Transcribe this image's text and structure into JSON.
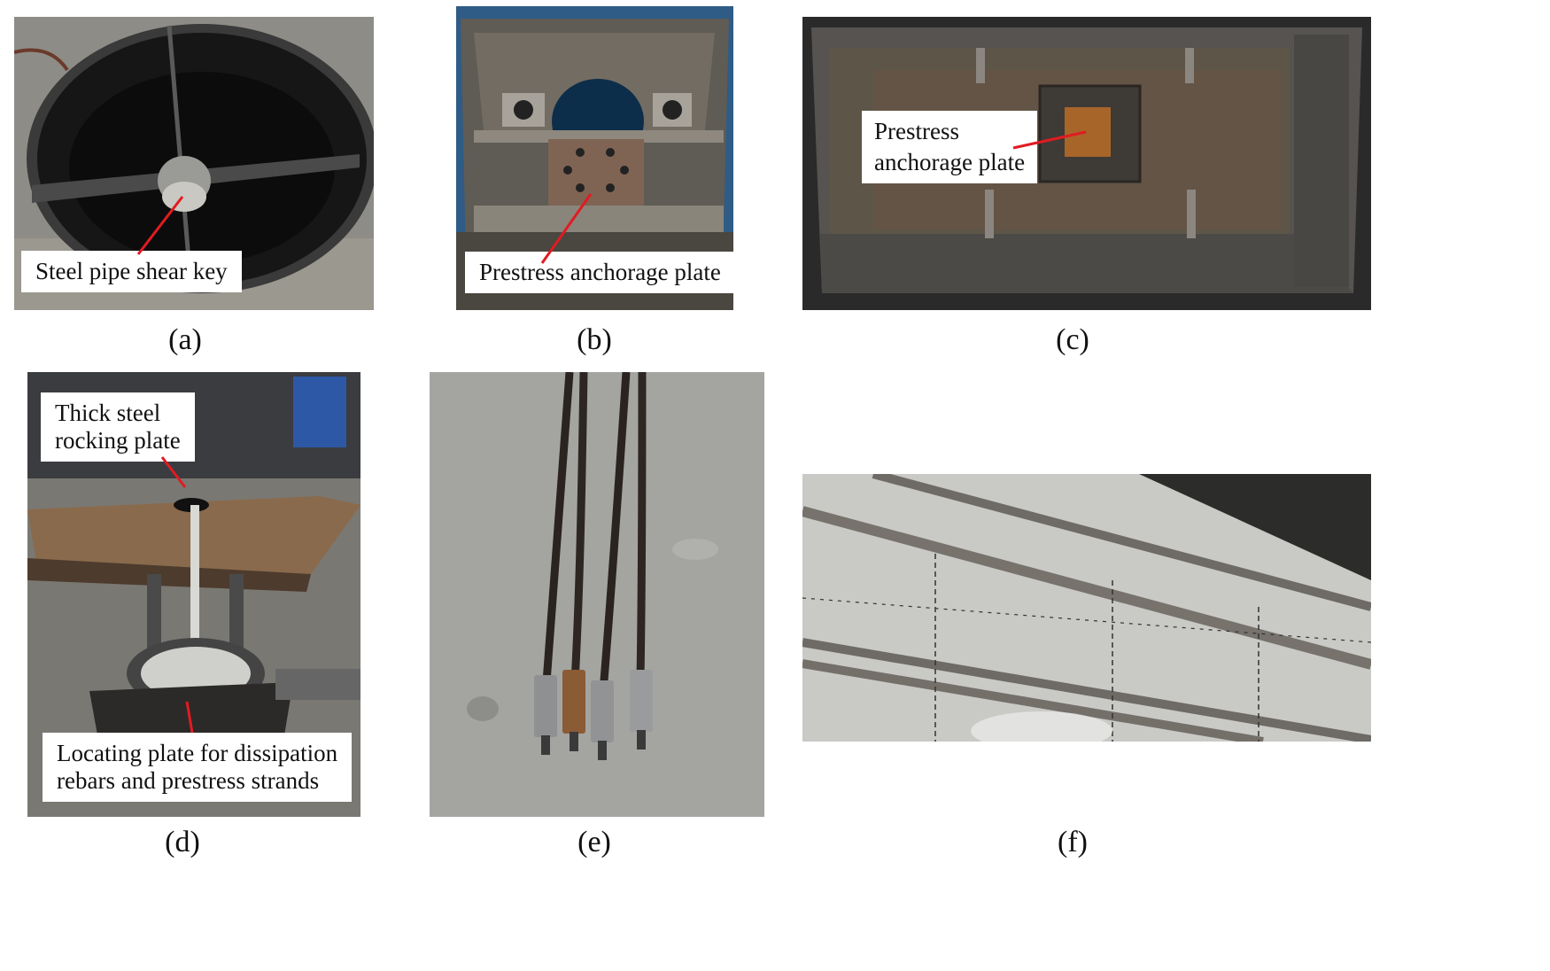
{
  "figure": {
    "panels": [
      {
        "id": "a",
        "caption": "(a)",
        "labels": [
          "Steel pipe shear key"
        ]
      },
      {
        "id": "b",
        "caption": "(b)",
        "labels": [
          "Prestress anchorage plate"
        ]
      },
      {
        "id": "c",
        "caption": "(c)",
        "labels": [
          "Prestress",
          "anchorage plate"
        ]
      },
      {
        "id": "d",
        "caption": "(d)",
        "labels": [
          "Thick steel",
          "rocking plate",
          "Locating plate for dissipation",
          "rebars and prestress strands"
        ]
      },
      {
        "id": "e",
        "caption": "(e)",
        "labels": []
      },
      {
        "id": "f",
        "caption": "(f)",
        "labels": []
      }
    ]
  },
  "colors": {
    "annotation_line": "#e11b22",
    "label_background": "#ffffff",
    "rust": "#9a5a2a",
    "steel_dark": "#2e2f31",
    "concrete": "#a8aaa6"
  }
}
